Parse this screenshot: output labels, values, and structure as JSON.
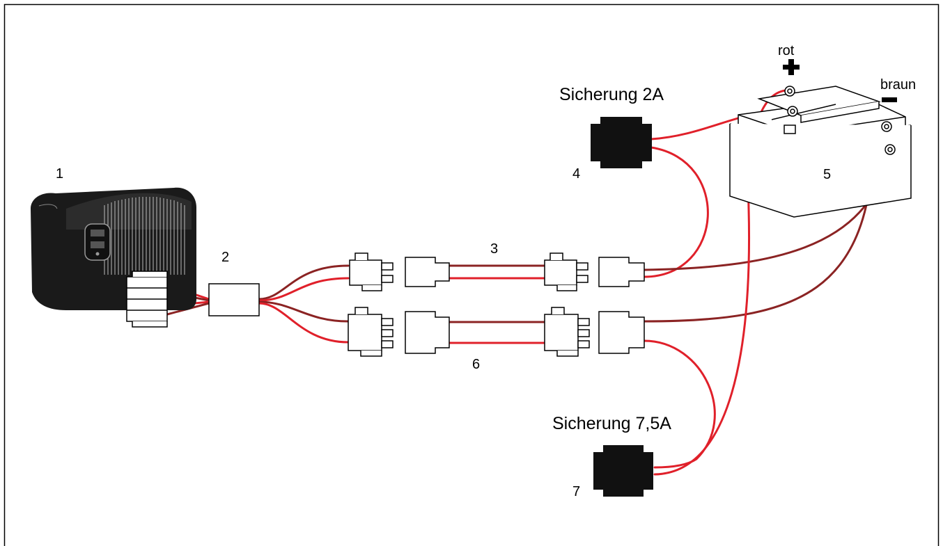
{
  "labels": {
    "device": "1",
    "splitter": "2",
    "cable_top": "3",
    "fuse_small": "4",
    "battery": "5",
    "cable_bottom": "6",
    "fuse_large": "7"
  },
  "fuse_small_label": "Sicherung 2A",
  "fuse_large_label": "Sicherung 7,5A",
  "polarity": {
    "positive_color": "rot",
    "negative_color": "braun"
  },
  "colors": {
    "wire_red": "#e0202a",
    "wire_brown": "#8b2323",
    "device_body": "#1a1a1a"
  }
}
